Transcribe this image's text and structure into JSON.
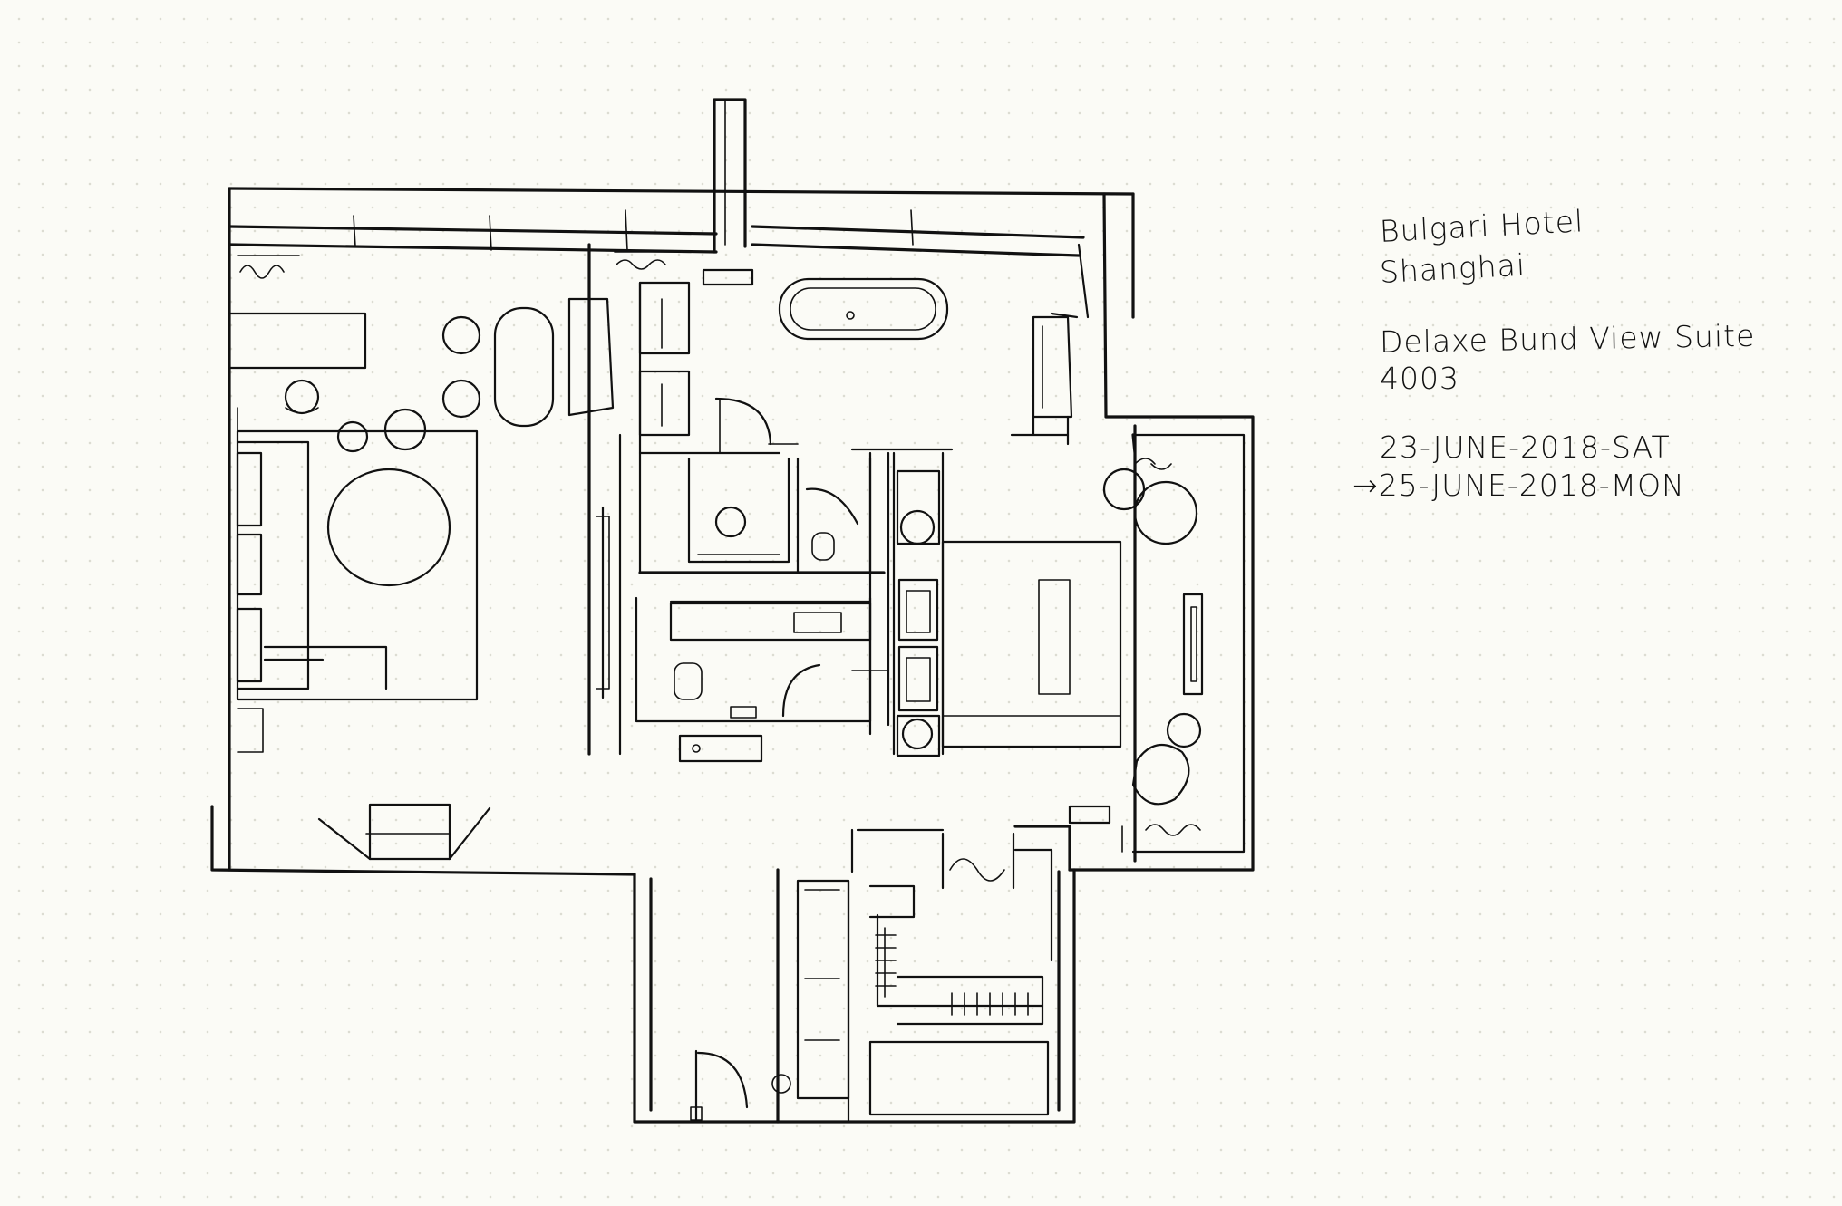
{
  "notes": {
    "hotel_line_1": "Bulgari Hotel",
    "hotel_line_2": "Shanghai",
    "suite_name": "Delaxe Bund View Suite",
    "room_number": "4003",
    "check_in": "23-JUNE-2018-SAT",
    "check_out": "→25-JUNE-2018-MON"
  }
}
